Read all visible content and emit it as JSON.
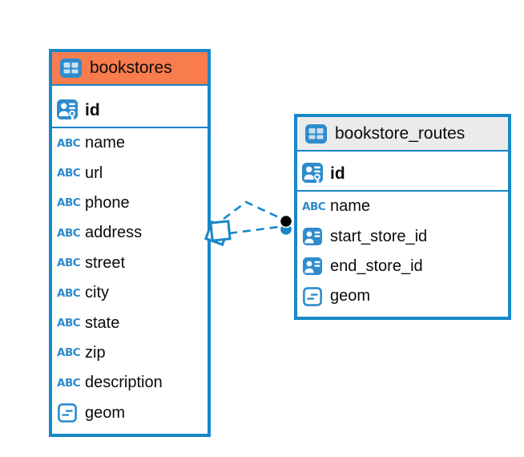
{
  "colors": {
    "accent_blue": "#1787c9",
    "icon_blue": "#2e8ccd",
    "selected_header_orange": "#f87c4e",
    "header_gray": "#ebebeb",
    "canvas_bg": "#ffffff",
    "text": "#0b0b0b",
    "connector_dot_black": "#000000"
  },
  "icon_glyphs": {
    "text-type-icon": "ABC"
  },
  "tables": [
    {
      "name": "bookstores",
      "header_style": "selected-orange",
      "columns": [
        {
          "name": "id",
          "icon": "primary-key-icon",
          "pk": true
        },
        {
          "name": "name",
          "icon": "text-type-icon"
        },
        {
          "name": "url",
          "icon": "text-type-icon"
        },
        {
          "name": "phone",
          "icon": "text-type-icon"
        },
        {
          "name": "address",
          "icon": "text-type-icon"
        },
        {
          "name": "street",
          "icon": "text-type-icon"
        },
        {
          "name": "city",
          "icon": "text-type-icon"
        },
        {
          "name": "state",
          "icon": "text-type-icon"
        },
        {
          "name": "zip",
          "icon": "text-type-icon"
        },
        {
          "name": "description",
          "icon": "text-type-icon"
        },
        {
          "name": "geom",
          "icon": "geometry-type-icon"
        }
      ]
    },
    {
      "name": "bookstore_routes",
      "header_style": "plain-gray",
      "columns": [
        {
          "name": "id",
          "icon": "primary-key-icon",
          "pk": true
        },
        {
          "name": "name",
          "icon": "text-type-icon"
        },
        {
          "name": "start_store_id",
          "icon": "foreign-ref-icon"
        },
        {
          "name": "end_store_id",
          "icon": "foreign-ref-icon"
        },
        {
          "name": "geom",
          "icon": "geometry-type-icon"
        }
      ]
    }
  ],
  "relationships": {
    "from_table": "bookstores",
    "to_table": "bookstore_routes",
    "line_style": "dashed"
  }
}
